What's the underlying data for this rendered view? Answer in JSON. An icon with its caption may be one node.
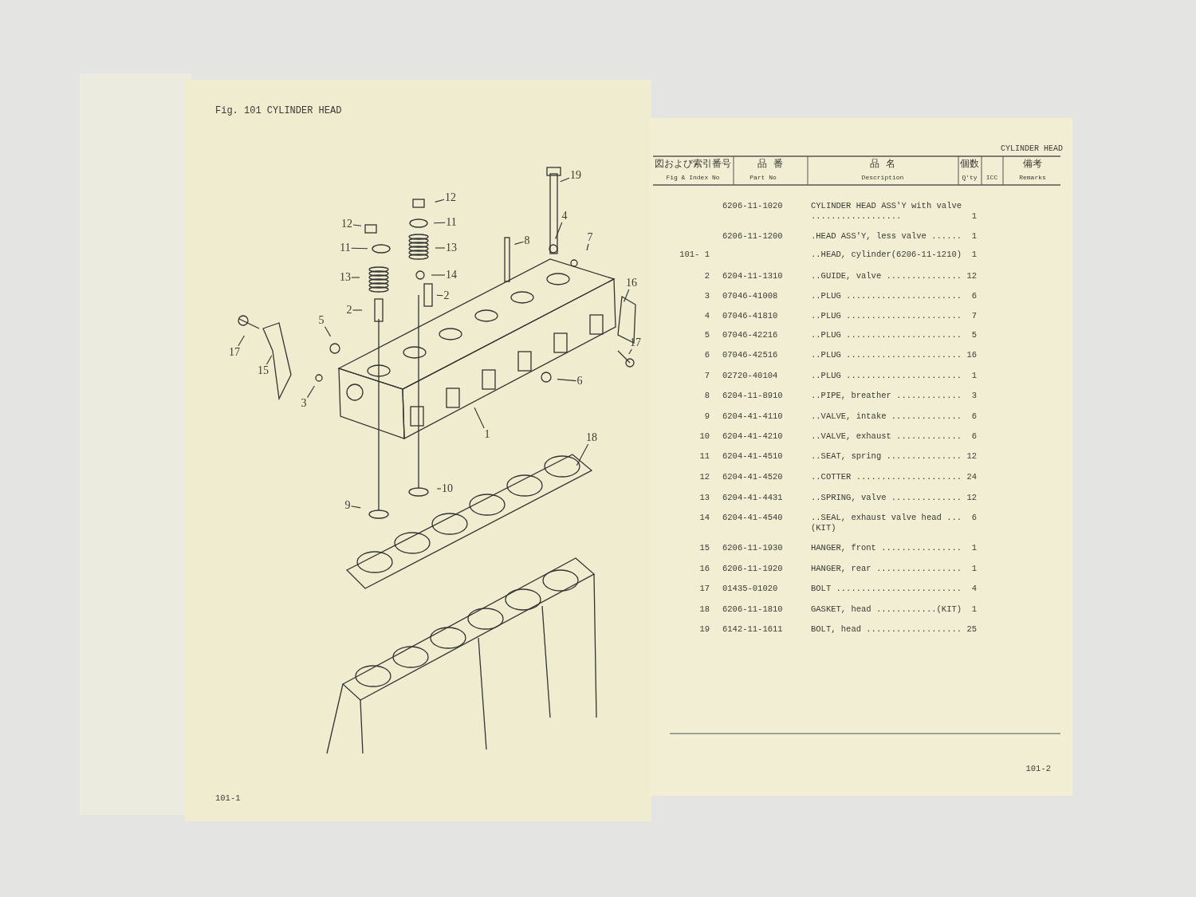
{
  "diagram": {
    "title": "Fig. 101 CYLINDER HEAD",
    "nodes": [
      {
        "text": [
          "19"
        ]
      },
      {
        "text": [
          "12"
        ]
      },
      {
        "text": [
          "4"
        ]
      },
      {
        "text": [
          "11"
        ]
      },
      {
        "text": [
          "12"
        ]
      },
      {
        "text": [
          "7"
        ]
      },
      {
        "text": [
          "8"
        ]
      },
      {
        "text": [
          "13"
        ]
      },
      {
        "text": [
          "11"
        ]
      },
      {
        "text": [
          "14"
        ]
      },
      {
        "text": [
          "13"
        ]
      },
      {
        "text": [
          "16"
        ]
      },
      {
        "text": [
          "2"
        ]
      },
      {
        "text": [
          "2"
        ]
      },
      {
        "text": [
          "5"
        ]
      },
      {
        "text": [
          "17"
        ]
      },
      {
        "text": [
          "17"
        ]
      },
      {
        "text": [
          "15"
        ]
      },
      {
        "text": [
          "6"
        ]
      },
      {
        "text": [
          "3"
        ]
      },
      {
        "text": [
          "1"
        ]
      },
      {
        "text": [
          "18"
        ]
      },
      {
        "text": [
          "10"
        ]
      },
      {
        "text": [
          "9"
        ]
      }
    ],
    "edges": [
      {
        "from": 0,
        "to": null,
        "arrow": "none"
      },
      {
        "from": 1,
        "to": null,
        "arrow": "none"
      },
      {
        "from": 2,
        "to": null,
        "arrow": "none"
      },
      {
        "from": 3,
        "to": null,
        "arrow": "none"
      },
      {
        "from": 4,
        "to": null,
        "arrow": "none"
      },
      {
        "from": 5,
        "to": null,
        "arrow": "none"
      },
      {
        "from": 6,
        "to": null,
        "arrow": "none"
      },
      {
        "from": 7,
        "to": null,
        "arrow": "none"
      },
      {
        "from": 8,
        "to": null,
        "arrow": "none"
      },
      {
        "from": 9,
        "to": null,
        "arrow": "none"
      },
      {
        "from": 10,
        "to": null,
        "arrow": "none"
      },
      {
        "from": 11,
        "to": null,
        "arrow": "none"
      },
      {
        "from": 12,
        "to": null,
        "arrow": "none"
      },
      {
        "from": 13,
        "to": null,
        "arrow": "none"
      },
      {
        "from": 14,
        "to": null,
        "arrow": "none"
      },
      {
        "from": 15,
        "to": null,
        "arrow": "none"
      },
      {
        "from": 16,
        "to": null,
        "arrow": "none"
      },
      {
        "from": 17,
        "to": null,
        "arrow": "none"
      },
      {
        "from": 18,
        "to": null,
        "arrow": "none"
      },
      {
        "from": 19,
        "to": null,
        "arrow": "none"
      },
      {
        "from": 20,
        "to": null,
        "arrow": "none"
      },
      {
        "from": 21,
        "to": null,
        "arrow": "none"
      },
      {
        "from": 22,
        "to": null,
        "arrow": "none"
      },
      {
        "from": 23,
        "to": null,
        "arrow": "none"
      }
    ],
    "labels": [
      "CYLINDER HEAD",
      "図および索引番号",
      "Fig & Index No",
      "品 番",
      "Part No",
      "品 名",
      "Description",
      "個数",
      "Q'ty",
      "ICC",
      "備考",
      "Remarks",
      "6206-11-1020",
      "CYLINDER HEAD ASS'Y with valve ..................",
      "1",
      "6206-11-1200",
      ".HEAD ASS'Y, less valve ......",
      "1",
      "101- 1",
      "..HEAD, cylinder(6206-11-1210)",
      "1",
      "2",
      "6204-11-1310",
      "..GUIDE, valve ...............",
      "12",
      "3",
      "07046-41008",
      "..PLUG .......................",
      "6",
      "4",
      "07046-41810",
      "..PLUG .......................",
      "7",
      "5",
      "07046-42216",
      "..PLUG .......................",
      "5",
      "6",
      "07046-42516",
      "..PLUG .......................",
      "16",
      "7",
      "02720-40104",
      "..PLUG .......................",
      "1",
      "8",
      "6204-11-8910",
      "..PIPE, breather .............",
      "3",
      "9",
      "6204-41-4110",
      "..VALVE, intake ..............",
      "6",
      "10",
      "6204-41-4210",
      "..VALVE, exhaust .............",
      "6",
      "11",
      "6204-41-4510",
      "..SEAT, spring ...............",
      "12",
      "12",
      "6204-41-4520",
      "..COTTER .....................",
      "24",
      "13",
      "6204-41-4431",
      "..SPRING, valve ..............",
      "12",
      "14",
      "6204-41-4540",
      "..SEAL, exhaust valve head ... (KIT)",
      "6",
      "15",
      "6206-11-1930",
      "HANGER, front ................",
      "1",
      "16",
      "6206-11-1920",
      "HANGER, rear .................",
      "1",
      "17",
      "01435-01020",
      "BOLT .........................",
      "4",
      "18",
      "6206-11-1810",
      "GASKET, head ............(KIT)",
      "1",
      "19",
      "6142-11-1611",
      "BOLT, head ...................",
      "25",
      "101-1",
      "101-2"
    ]
  }
}
